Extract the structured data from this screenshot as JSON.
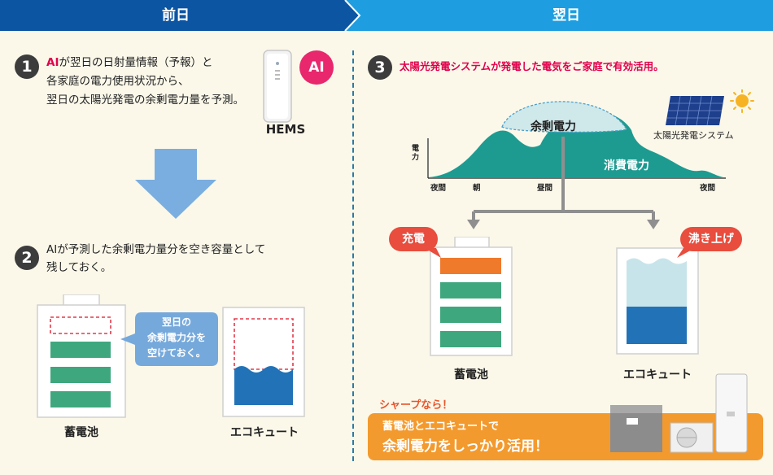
{
  "header": {
    "left_label": "前日",
    "right_label": "翌日"
  },
  "step1": {
    "number": "1",
    "ai_word": "AI",
    "line1_rest": "が翌日の日射量情報（予報）と",
    "line2": "各家庭の電力使用状況から、",
    "line3": "翌日の太陽光発電の余剰電力量を予測。",
    "hems_label": "HEMS",
    "ai_badge": "AI"
  },
  "step2": {
    "number": "2",
    "line1": "AIが予測した余剰電力量分を空き容量として",
    "line2": "残しておく。",
    "bubble_line1": "翌日の",
    "bubble_line2": "余剰電力分を",
    "bubble_line3": "空けておく。",
    "battery_label": "蓄電池",
    "ecocute_label": "エコキュート"
  },
  "step3": {
    "number": "3",
    "text": "太陽光発電システムが発電した電気をご家庭で有効活用。",
    "surplus_label": "余剰電力",
    "consumption_label": "消費電力",
    "y_axis_label": "電力",
    "x_ticks": [
      "夜間",
      "朝",
      "昼間",
      "夜間"
    ],
    "solar_label": "太陽光発電システム",
    "charge_bubble": "充電",
    "boil_bubble": "沸き上げ",
    "battery_label": "蓄電池",
    "ecocute_label": "エコキュート"
  },
  "promo": {
    "kicker": "シャープなら！",
    "line1": "蓄電池とエコキュートで",
    "line2": "余剰電力をしっかり活用！"
  },
  "colors": {
    "header_left": "#0c55a3",
    "header_right": "#1e9ee0",
    "green": "#3fa77e",
    "orange": "#ef7a2c",
    "teal": "#1e9b91",
    "surplus": "#cfe8ea",
    "water": "#2272b8",
    "water_light": "#c7e4ea",
    "promo": "#f39a2e"
  }
}
